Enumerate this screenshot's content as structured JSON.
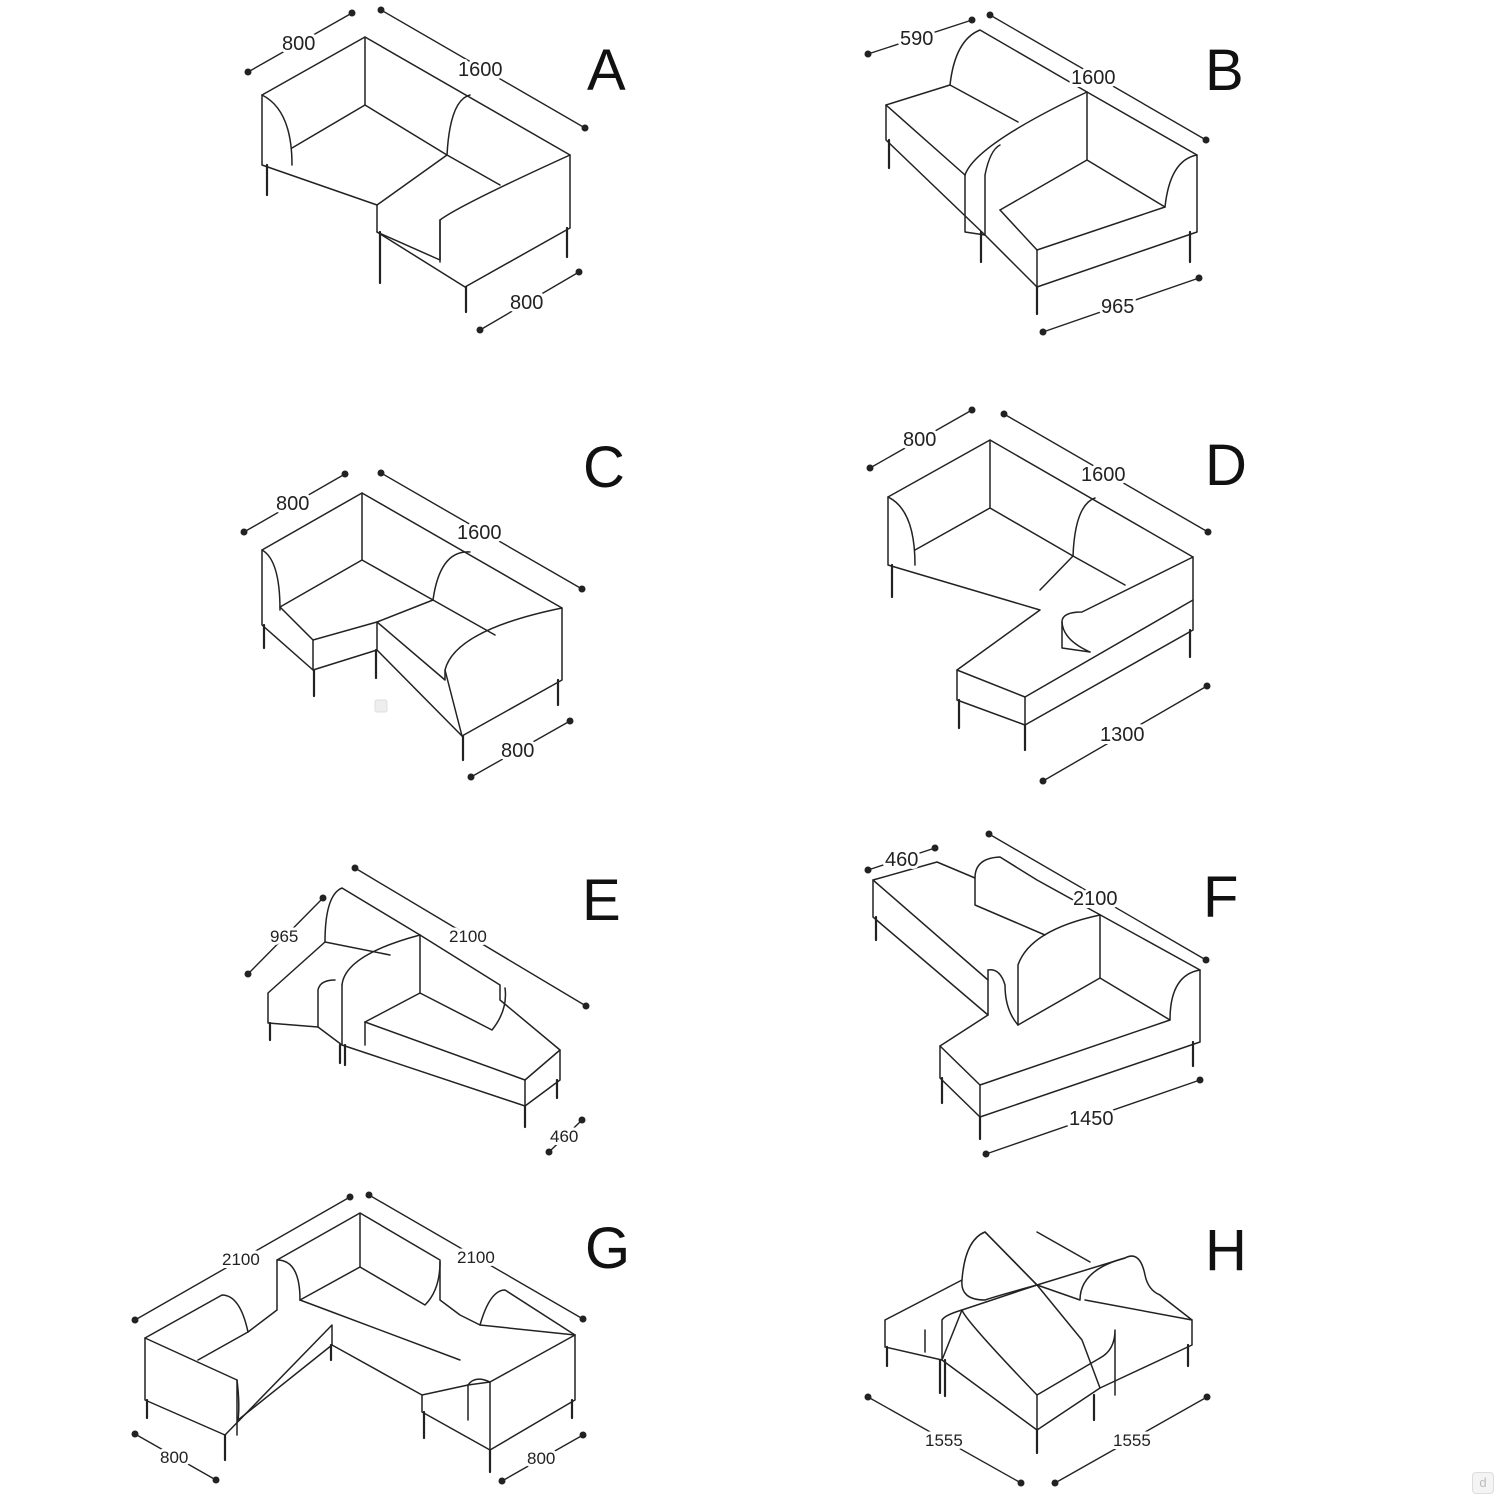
{
  "panels": [
    {
      "letter": "A",
      "dims": [
        "800",
        "1600",
        "800"
      ]
    },
    {
      "letter": "B",
      "dims": [
        "590",
        "1600",
        "965"
      ]
    },
    {
      "letter": "C",
      "dims": [
        "800",
        "1600",
        "800"
      ]
    },
    {
      "letter": "D",
      "dims": [
        "800",
        "1600",
        "1300"
      ]
    },
    {
      "letter": "E",
      "dims": [
        "965",
        "2100",
        "460"
      ]
    },
    {
      "letter": "F",
      "dims": [
        "460",
        "2100",
        "1450"
      ]
    },
    {
      "letter": "G",
      "dims": [
        "2100",
        "2100",
        "800",
        "800"
      ]
    },
    {
      "letter": "H",
      "dims": [
        "1555",
        "1555"
      ]
    }
  ],
  "watermark": "d",
  "colors": {
    "line": "#222222",
    "background": "#ffffff"
  }
}
